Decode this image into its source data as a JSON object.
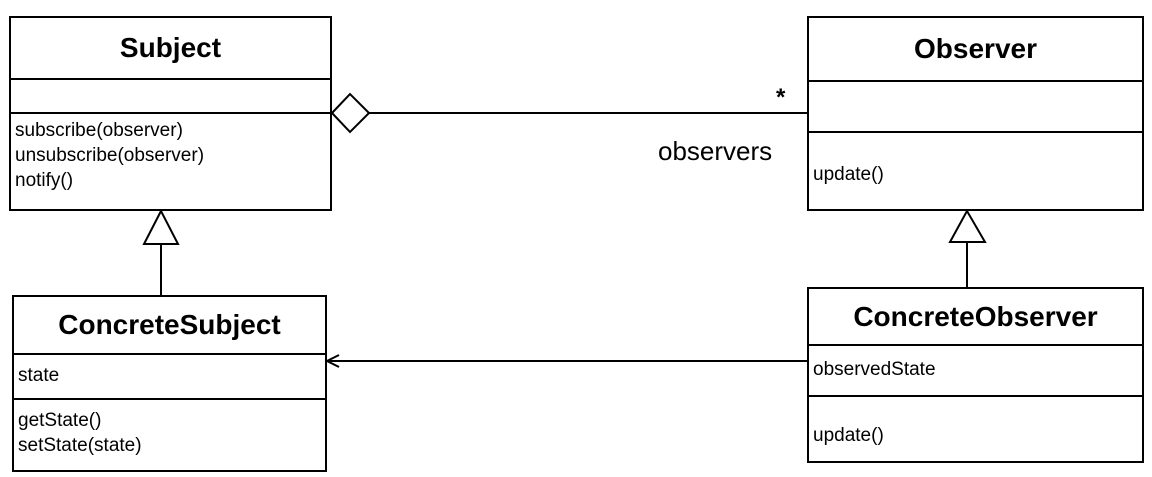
{
  "subject": {
    "name": "Subject",
    "attributes": [],
    "operations": [
      "subscribe(observer)",
      "unsubscribe(observer)",
      "notify()"
    ]
  },
  "observer": {
    "name": "Observer",
    "attributes": [],
    "operations": [
      "update()"
    ]
  },
  "concrete_subject": {
    "name": "ConcreteSubject",
    "attributes": [
      "state"
    ],
    "operations": [
      "getState()",
      "setState(state)"
    ]
  },
  "concrete_observer": {
    "name": "ConcreteObserver",
    "attributes": [
      "observedState"
    ],
    "operations": [
      "update()"
    ]
  },
  "association": {
    "multiplicity": "*",
    "role": "observers"
  }
}
